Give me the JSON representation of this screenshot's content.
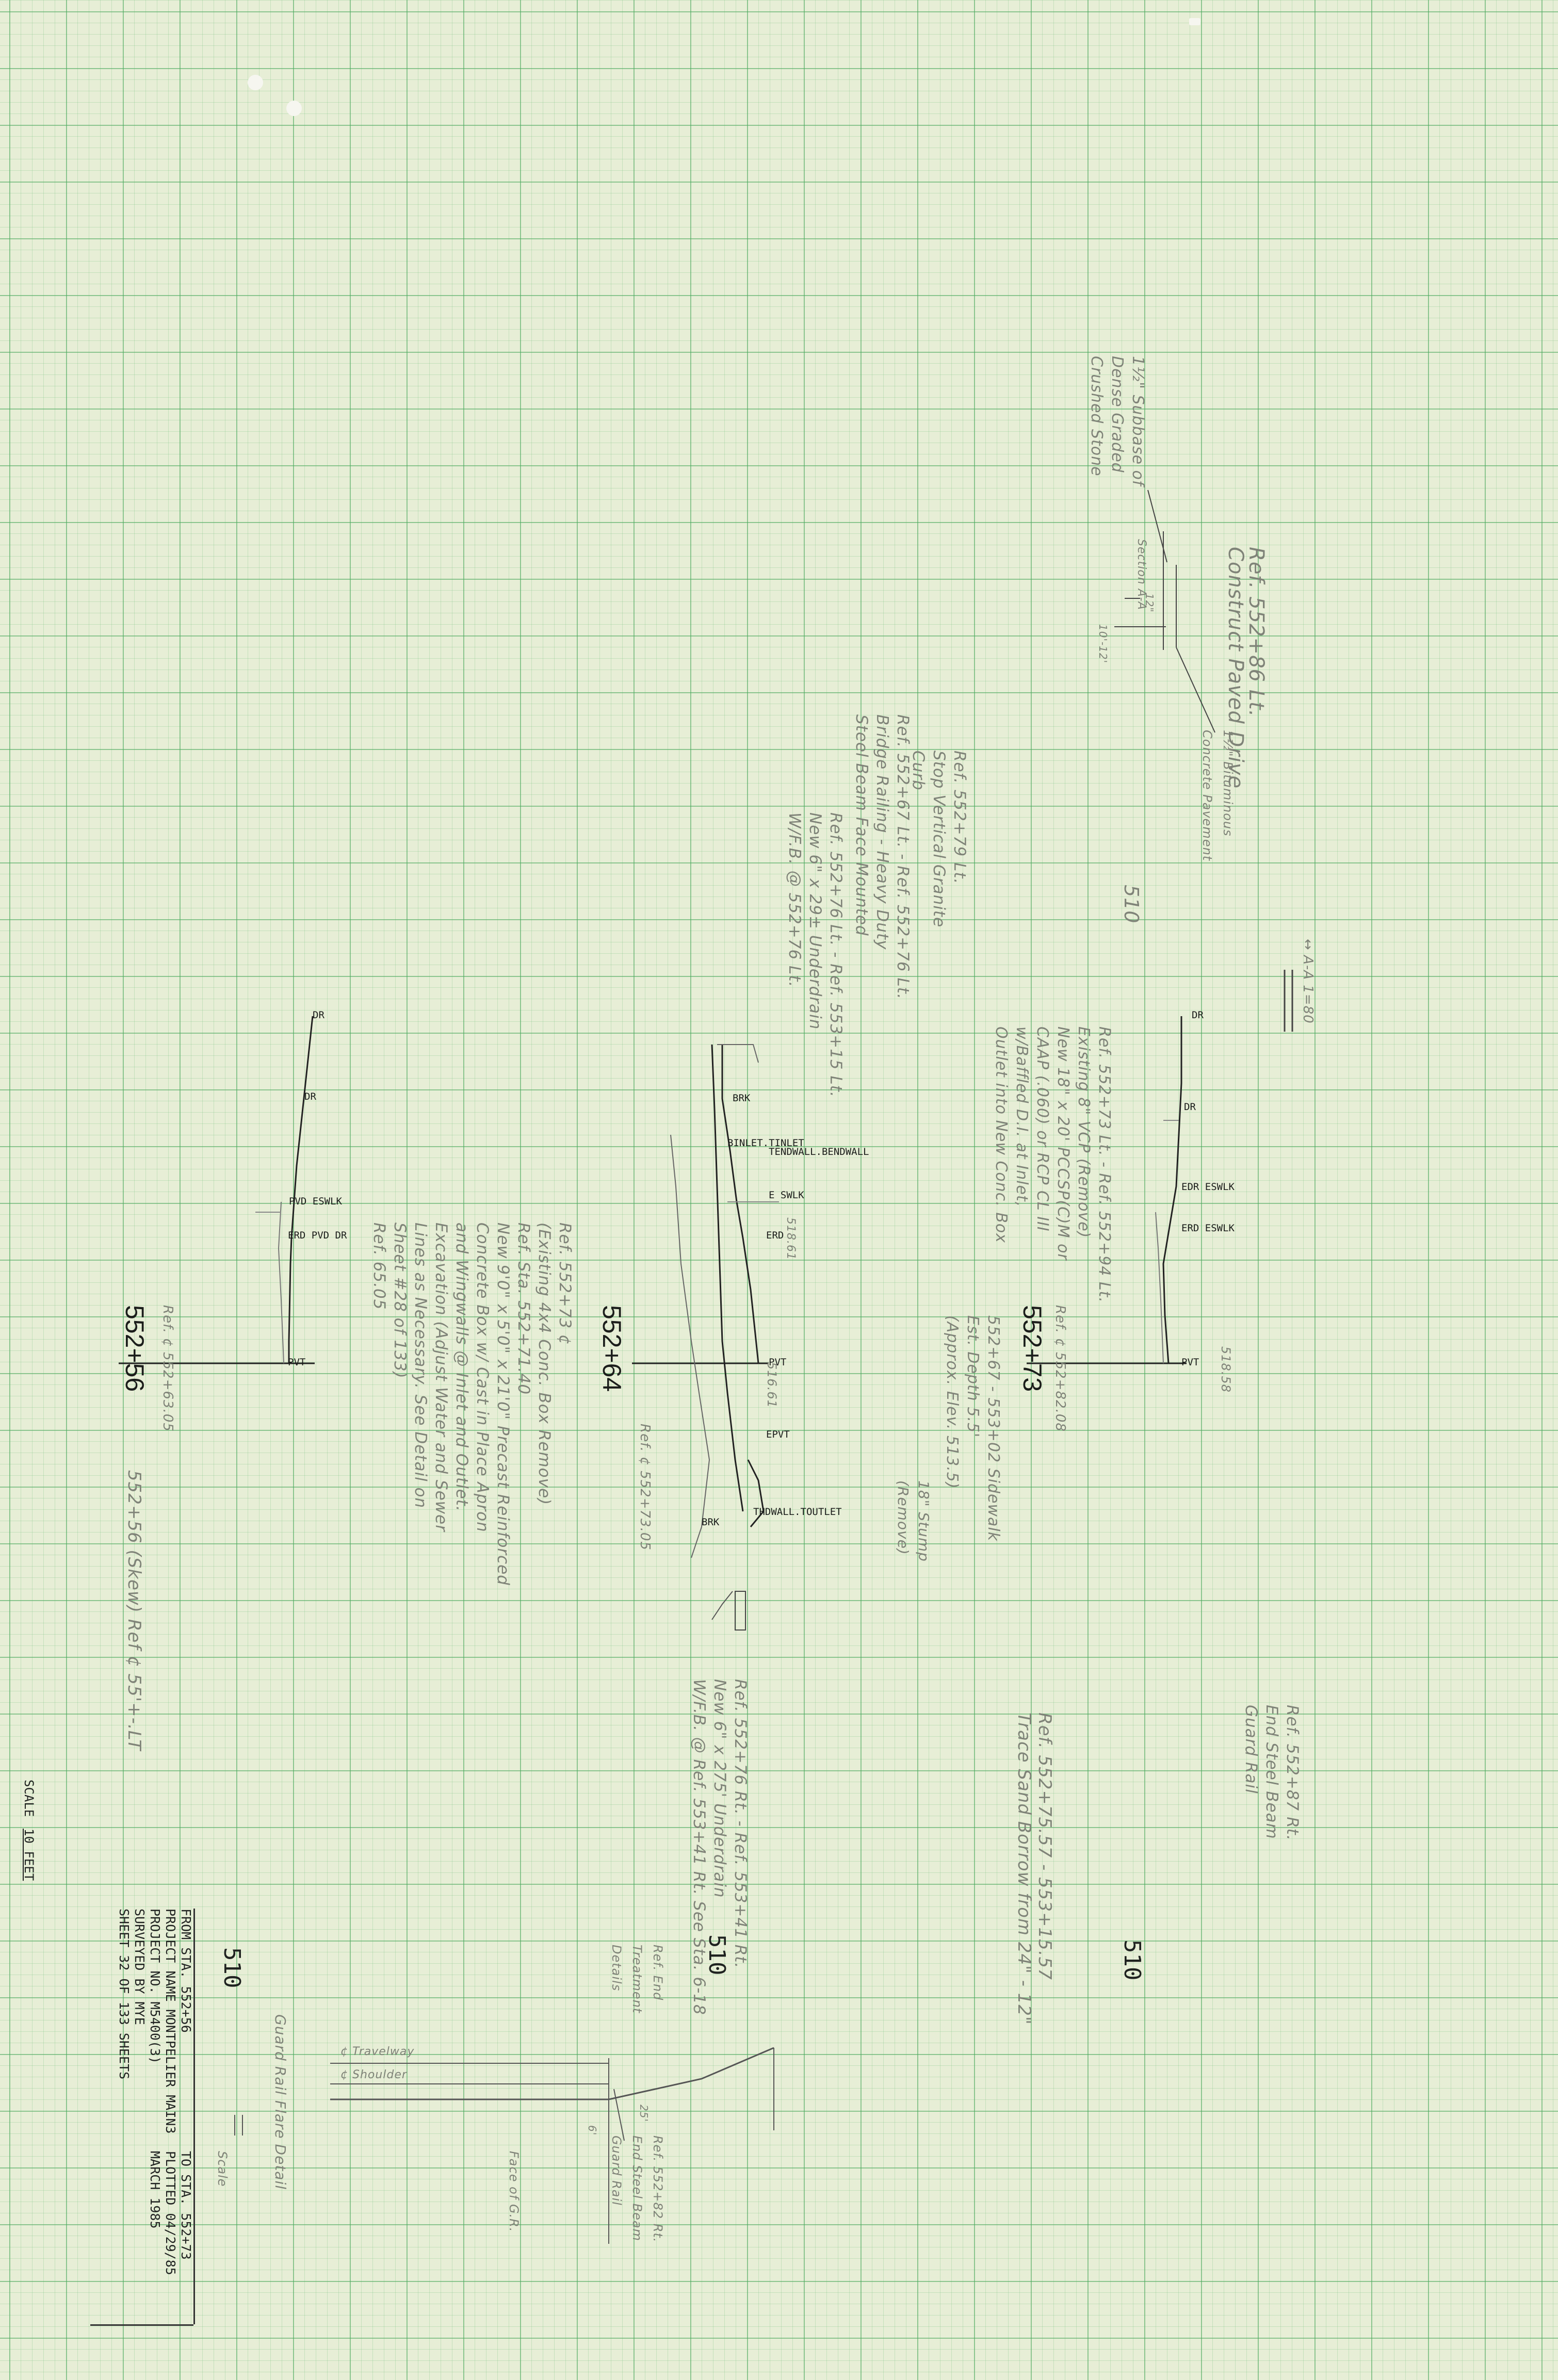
{
  "stations": {
    "left": "552+56",
    "middle": "552+64",
    "right": "552+73"
  },
  "elevations": {
    "bottom_left": "510",
    "bottom_middle": "510",
    "bottom_right": "510",
    "top_right": "510"
  },
  "sections": {
    "left": {
      "labels": [
        "DR",
        "DR",
        "PVD ESWLK",
        "ERD PVD DR",
        "PVT"
      ],
      "station_note": "Ref. ¢ 552+63.05",
      "skew_note": "552+56 (Skew) Ref ¢ 55'+-.LT"
    },
    "middle": {
      "labels": [
        "BRK",
        "BINLET.TINLET",
        "TENDWALL.BENDWALL",
        "E SWLK",
        "ERD",
        "PVT",
        "EPVT",
        "THDWALL.TOUTLET",
        "BRK"
      ],
      "station_note": "Ref. ¢ 552+73.05",
      "offset_a": "516.61",
      "offset_b": "518.61"
    },
    "right": {
      "labels": [
        "DR",
        "DR",
        "EDR ESWLK",
        "ERD ESWLK",
        "PVT"
      ],
      "station_note": "Ref. ¢ 552+82.08",
      "offset_a": "518.58"
    }
  },
  "notes": {
    "paved_drive_title": "Ref. 552+86 Lt.",
    "paved_drive_sub": "Construct Paved Drive",
    "paved_drive_callouts": [
      "1½\" Subbase of",
      "Dense Graded",
      "Crushed Stone",
      "Section A-A",
      "12\"",
      "1½\" Bituminous",
      "Concrete Pavement",
      "10'-12'"
    ],
    "detail_note": "↔ A-A 1=80",
    "curb_note": [
      "Ref. 552+79 Lt.",
      "Stop Vertical Granite",
      "Curb"
    ],
    "bridge_note": [
      "Ref. 552+67 Lt. - Ref. 552+76 Lt.",
      "Bridge Railing - Heavy Duty",
      "Steel Beam Face Mounted"
    ],
    "underdrain_note": [
      "Ref. 552+76 Lt. - Ref. 553+15 Lt.",
      "New 6\" x 29± Underdrain",
      "W/F.B. @ 552+76 Lt."
    ],
    "culvert_remove_note": [
      "Ref. 552+73 Lt. - Ref. 552+94 Lt.",
      "Existing 8\" VCP (Remove)",
      "New 18\" x 20' PCCSP(C)M or",
      "CAAP (.060) or RCP CL III",
      "w/Baffled D.I. at Inlet,",
      "Outlet into New Conc. Box"
    ],
    "stone_note": [
      "552+67 - 553+02 Sidewalk",
      "Est. Depth 5.5'",
      "(Approx. Elev. 513.5)"
    ],
    "stump_note": [
      "18\" Stump",
      "(Remove)"
    ],
    "box_note": [
      "Ref. 552+73 ¢",
      "(Existing 4x4 Conc. Box Remove)",
      "Ref. Sta. 552+71.40",
      "New 9'0\" x 5'0\" x 21'0\" Precast Reinforced",
      "Concrete Box w/ Cast in Place Apron",
      "and Wingwalls @ Inlet and Outlet.",
      "Excavation (Adjust Water and Sewer",
      "Lines as Necessary. See Detail on",
      "Sheet #28 of 133)",
      "Ref. 65.05"
    ],
    "underdrain_right_note": [
      "Ref. 552+76 Rt. - Ref. 553+41 Rt.",
      "New 6\" x 275' Underdrain",
      "W/F.B. @ Ref. 553+41 Rt. See Sta. 6-18"
    ],
    "end_treatment": [
      "Ref. End",
      "Treatment",
      "Details"
    ],
    "guard_rail_end": [
      "Ref. 552+87 Rt.",
      "End Steel Beam",
      "Guard Rail"
    ],
    "sand_borrow": [
      "Ref. 552+75.57 - 553+15.57",
      "Trace Sand Borrow from 24\" - 12\""
    ],
    "flare_detail": {
      "title": "Guard Rail Flare Detail",
      "scale": "Scale",
      "travelway": "¢ Travelway",
      "shoulder": "¢ Shoulder",
      "face": "Face of G.R.",
      "end_beam": [
        "Ref. 552+82 Rt.",
        "End Steel Beam",
        "Guard Rail"
      ],
      "dim_a": "25'",
      "dim_b": "6'"
    }
  },
  "scale": {
    "label": "SCALE",
    "value": "10 FEET"
  },
  "title_block": {
    "from_sta": "FROM STA. 552+56",
    "to_sta": "TO STA. 552+73",
    "project_name": "PROJECT NAME  MONTPELIER  MAIN3",
    "project_no": "PROJECT NO.  M5400(3)",
    "plotted": "PLOTTED 04/29/85",
    "surveyed": "SURVEYED BY  MYE",
    "date": "MARCH 1985",
    "sheet": "SHEET 32 OF 133 SHEETS"
  },
  "colors": {
    "paper": "#e7eed6",
    "grid": "#4eaa5f",
    "ink": "#1b1d1b",
    "pencil": "#7f8378"
  }
}
